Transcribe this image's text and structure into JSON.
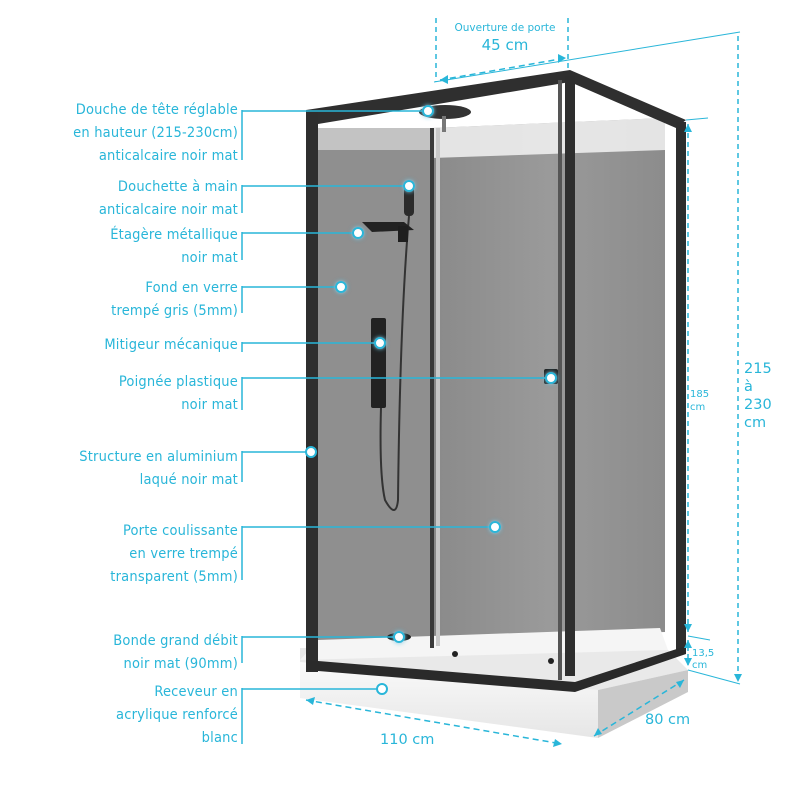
{
  "diagram": {
    "subject": "Cabine de douche rectangulaire",
    "accent_color": "#29b6d9",
    "frame_color": "#2b2b2b",
    "glass_back_color": "#8e8e8e",
    "tray_color": "#f2f2f2"
  },
  "callouts": [
    {
      "id": "douche-tete",
      "lines": [
        "Douche de tête réglable",
        "en hauteur (215-230cm)",
        "anticalcaire noir mat"
      ]
    },
    {
      "id": "douchette",
      "lines": [
        "Douchette à main",
        "anticalcaire noir mat"
      ]
    },
    {
      "id": "etagere",
      "lines": [
        "Étagère métallique",
        "noir mat"
      ]
    },
    {
      "id": "fond-verre",
      "lines": [
        "Fond en verre",
        "trempé gris (5mm)"
      ]
    },
    {
      "id": "mitigeur",
      "lines": [
        "Mitigeur mécanique"
      ]
    },
    {
      "id": "poignee",
      "lines": [
        "Poignée plastique",
        "noir mat"
      ]
    },
    {
      "id": "structure",
      "lines": [
        "Structure en aluminium",
        "laqué noir mat"
      ]
    },
    {
      "id": "porte",
      "lines": [
        "Porte coulissante",
        "en verre trempé",
        "transparent (5mm)"
      ]
    },
    {
      "id": "bonde",
      "lines": [
        "Bonde grand débit",
        "noir mat (90mm)"
      ]
    },
    {
      "id": "receveur",
      "lines": [
        "Receveur en",
        "acrylique renforcé",
        "blanc"
      ]
    }
  ],
  "dimensions": {
    "door_opening": {
      "label": "Ouverture de porte",
      "value": "45 cm"
    },
    "glass_height": {
      "value": "185",
      "unit": "cm"
    },
    "total_height": {
      "from": "215",
      "sep": "à",
      "to": "230",
      "unit": "cm"
    },
    "tray_height": {
      "value": "13,5",
      "unit": "cm"
    },
    "width": {
      "value": "110 cm"
    },
    "depth": {
      "value": "80 cm"
    }
  }
}
